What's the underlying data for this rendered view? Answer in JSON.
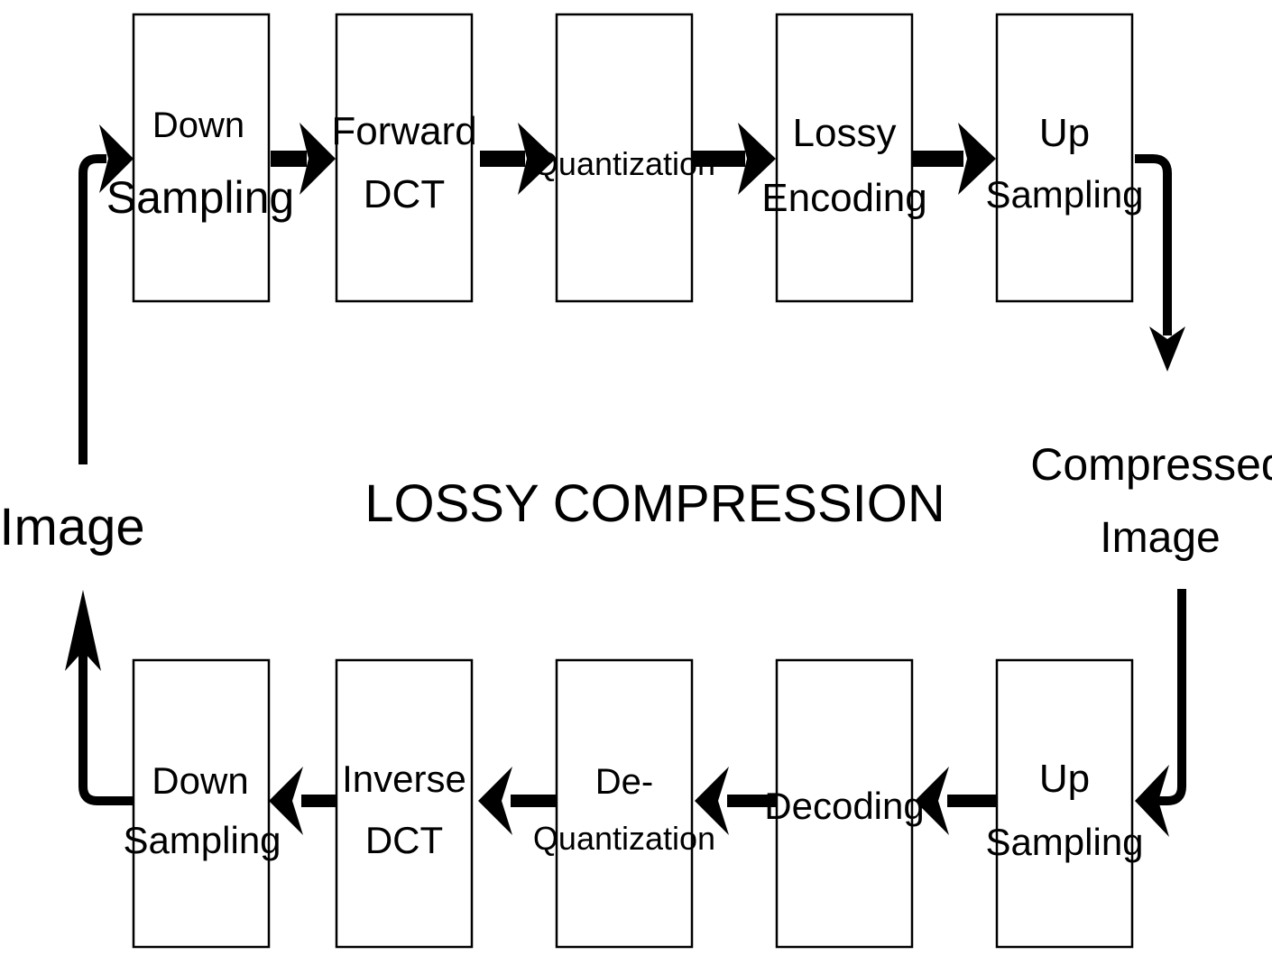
{
  "diagram": {
    "title": "LOSSY COMPRESSION",
    "input_label": "Image",
    "output_label": [
      "Compressed",
      "Image"
    ],
    "top_row": [
      {
        "lines": [
          "Down",
          "Sampling"
        ]
      },
      {
        "lines": [
          "Forward",
          "DCT"
        ]
      },
      {
        "lines": [
          "Quantization"
        ]
      },
      {
        "lines": [
          "Lossy",
          "Encoding"
        ]
      },
      {
        "lines": [
          "Up",
          "Sampling"
        ]
      }
    ],
    "bottom_row": [
      {
        "lines": [
          "Down",
          "Sampling"
        ]
      },
      {
        "lines": [
          "Inverse",
          "DCT"
        ]
      },
      {
        "lines": [
          "De-",
          "Quantization"
        ]
      },
      {
        "lines": [
          "Decoding"
        ]
      },
      {
        "lines": [
          "Up",
          "Sampling"
        ]
      }
    ]
  }
}
